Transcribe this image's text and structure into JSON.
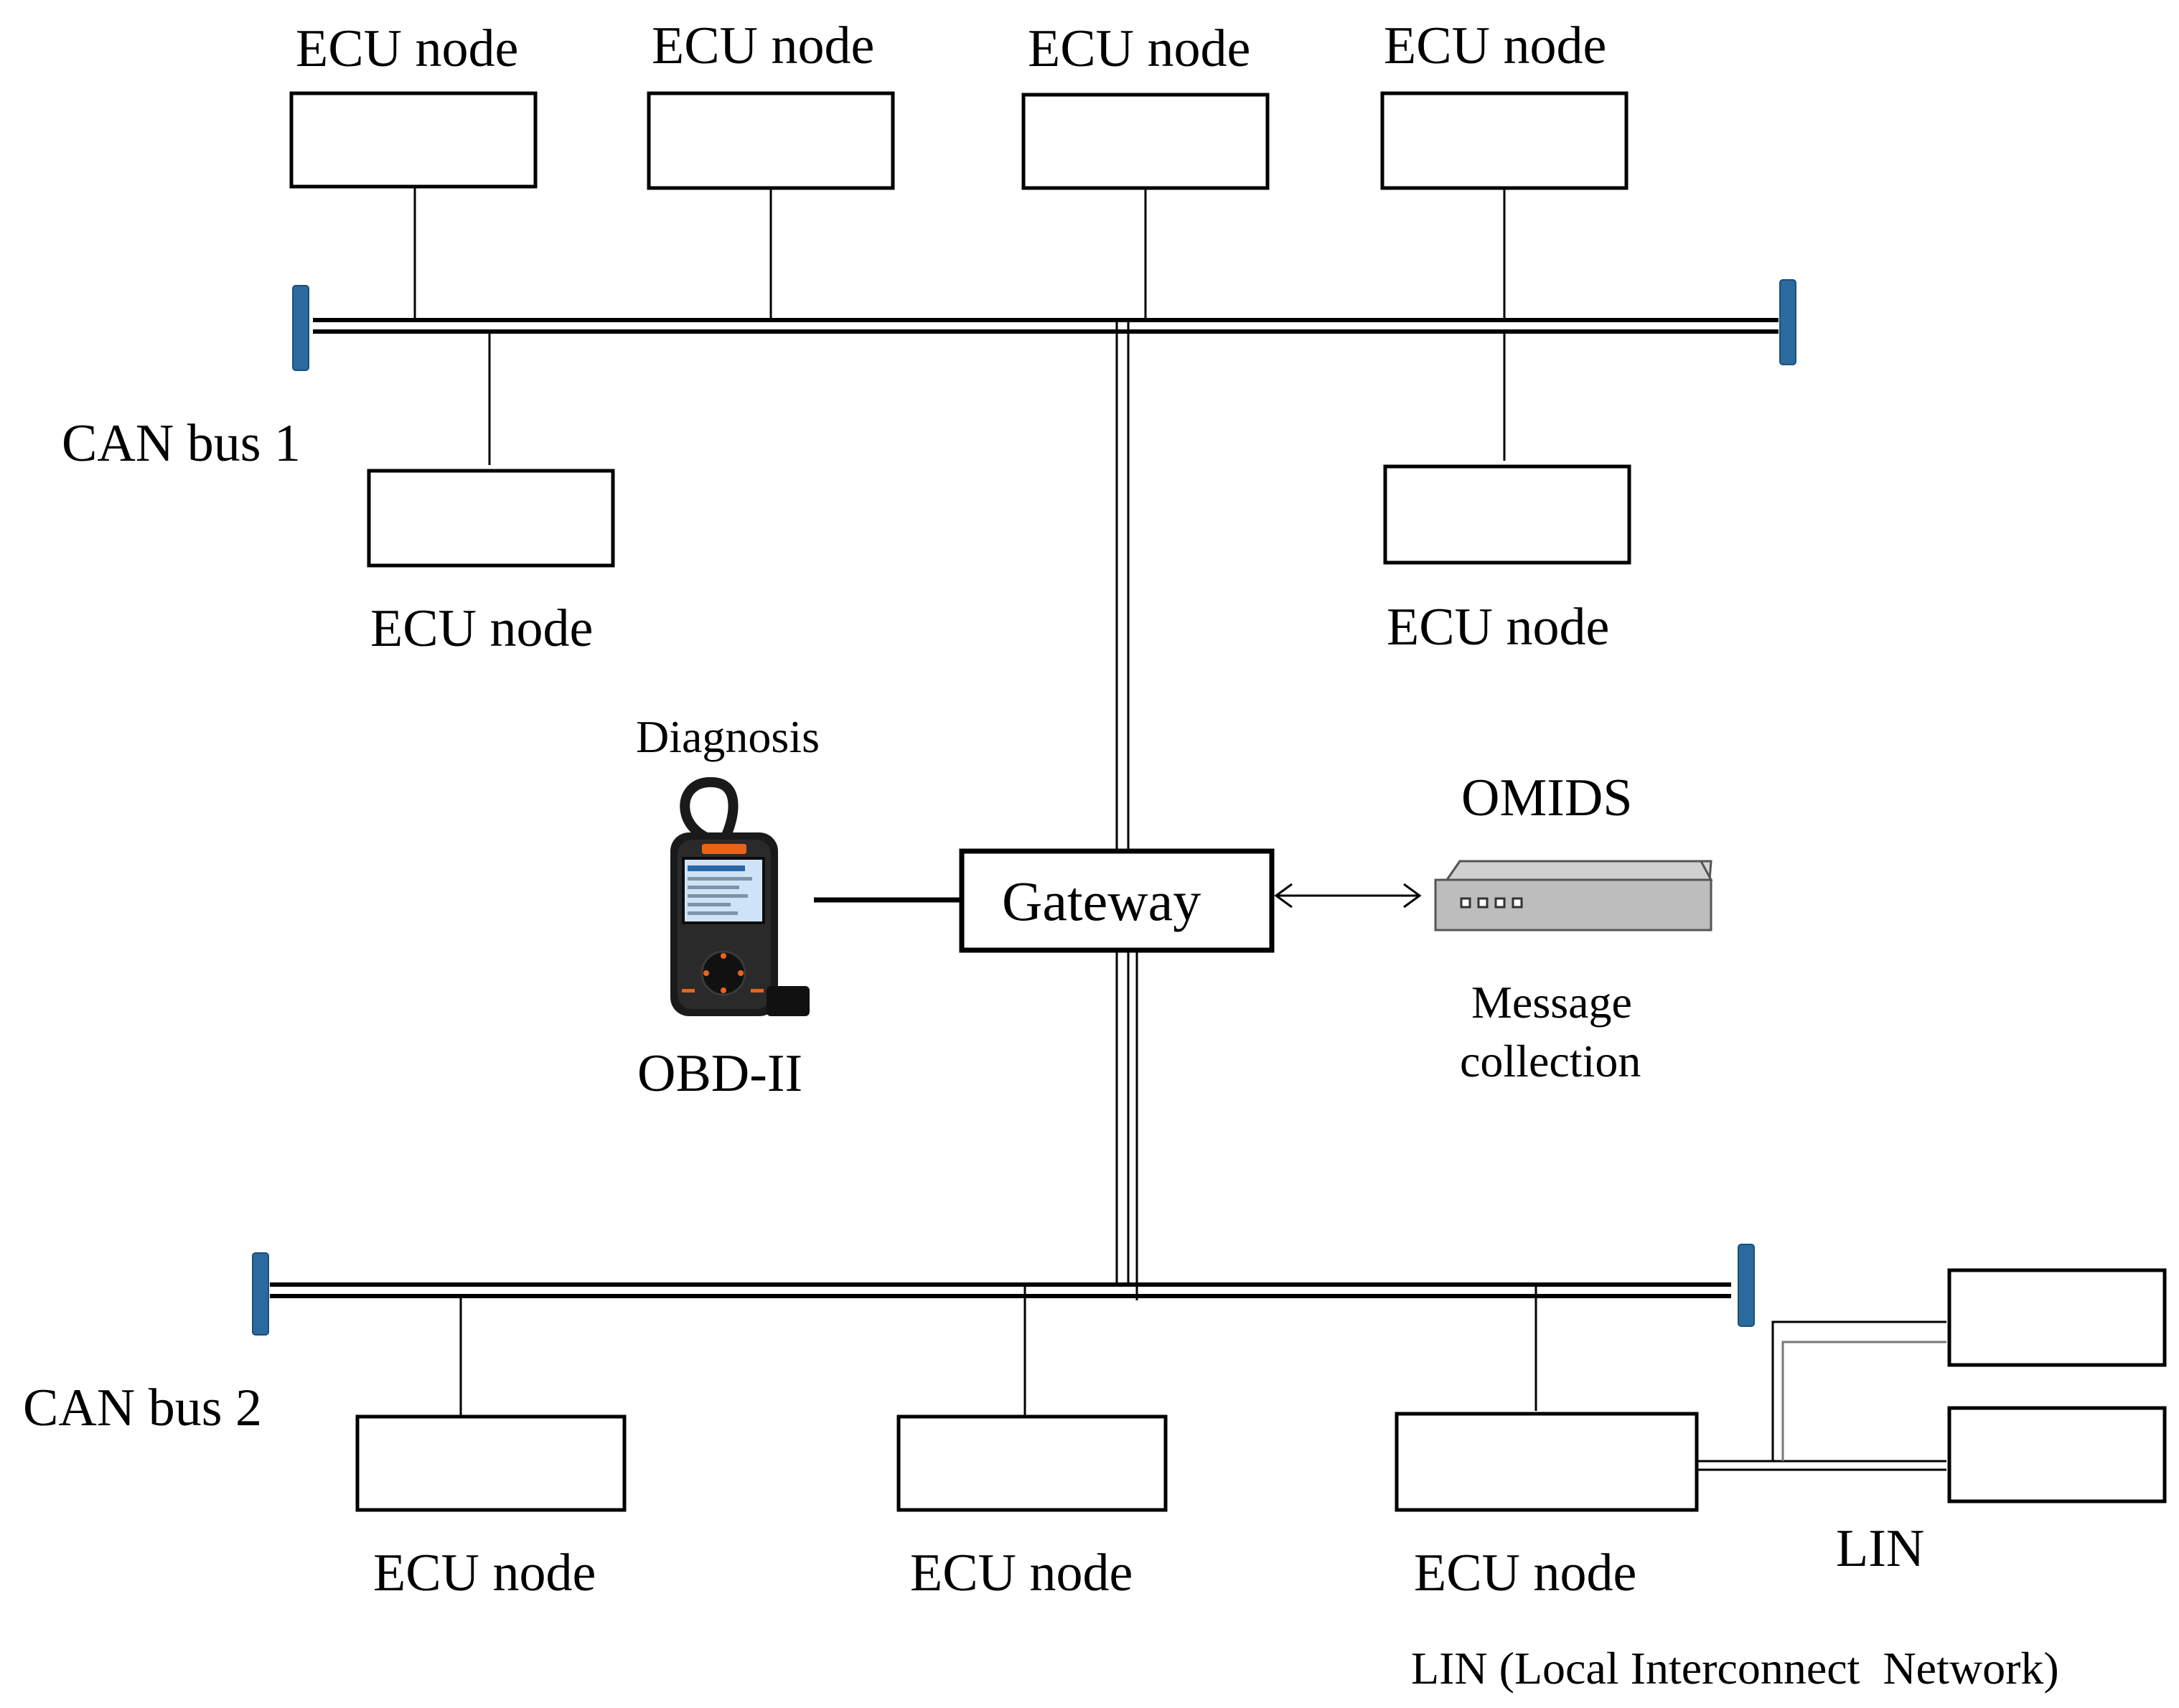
{
  "labels": {
    "ecu_node": "ECU node",
    "can_bus_1": "CAN bus 1",
    "can_bus_2": "CAN bus 2",
    "diagnosis": "Diagnosis",
    "obd": "OBD-II",
    "gateway": "Gateway",
    "omids": "OMIDS",
    "message_line1": "Message",
    "message_line2": "collection",
    "lin": "LIN",
    "lin_full": "LIN (Local Interconnect  Network)"
  },
  "colors": {
    "line": "#000000",
    "bus_terminator": "#2a6a9e",
    "device_body": "#bdbdbd",
    "obd_body": "#1a1a1a",
    "obd_accent": "#e8641c"
  },
  "icons": {
    "obd_scanner": "obd-scanner-icon",
    "omids_device": "network-appliance-icon"
  }
}
